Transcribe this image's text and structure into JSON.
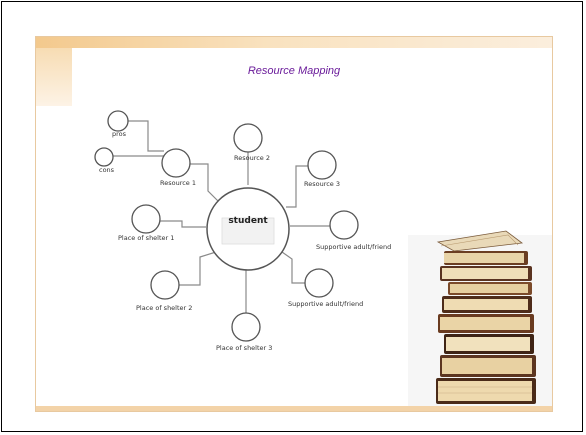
{
  "slide": {
    "title": "Resource Mapping"
  },
  "diagram": {
    "center": "student",
    "nodes": {
      "pros": "pros",
      "cons": "cons",
      "resource1": "Resource 1",
      "resource2": "Resource 2",
      "resource3": "Resource 3",
      "shelter1": "Place of shelter 1",
      "shelter2": "Place of shelter 2",
      "shelter3": "Place of shelter 3",
      "supportive1": "Supportive adult/friend",
      "supportive2": "Supportive adult/friend"
    }
  },
  "image": {
    "icon": "book-stack-icon"
  },
  "colors": {
    "title": "#6a1b9a",
    "band": "#f3c98d",
    "node_stroke": "#555555",
    "connector": "#8a8a8a"
  }
}
